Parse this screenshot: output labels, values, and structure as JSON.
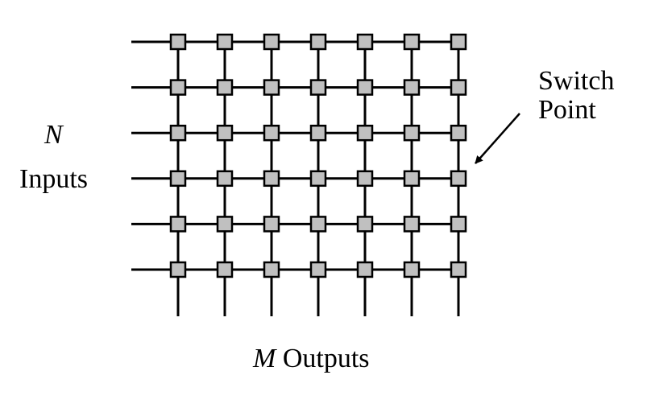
{
  "labels": {
    "inputs_symbol": "N",
    "inputs_text": "Inputs",
    "outputs_symbol": "M",
    "outputs_text": " Outputs",
    "switch_line1": "Switch",
    "switch_line2": "Point"
  },
  "grid": {
    "rows": 6,
    "columns": 7
  },
  "colors": {
    "line": "#000000",
    "switch_fill": "#c0c0c0",
    "switch_stroke": "#000000"
  }
}
